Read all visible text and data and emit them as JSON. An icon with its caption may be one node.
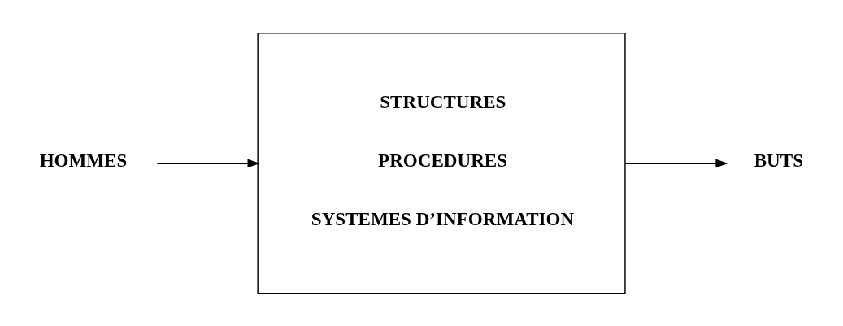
{
  "diagram": {
    "nodes": [
      {
        "text": [
          "HOMMES"
        ]
      },
      {
        "text": [
          "STRUCTURES",
          "PROCEDURES",
          "SYSTEMES D’INFORMATION"
        ]
      },
      {
        "text": [
          "BUTS"
        ]
      }
    ],
    "edges": [
      {
        "from": 0,
        "to": 1,
        "arrow": "to"
      },
      {
        "from": 1,
        "to": 2,
        "arrow": "to"
      }
    ]
  }
}
